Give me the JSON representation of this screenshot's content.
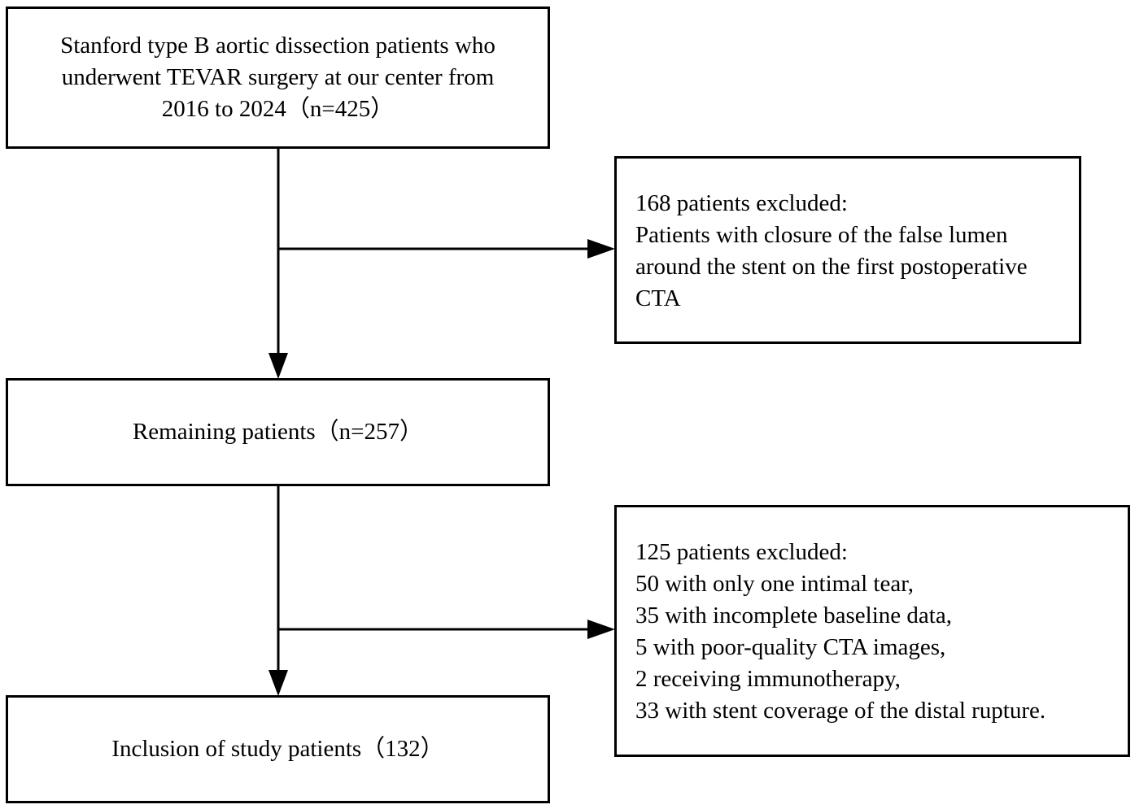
{
  "boxes": {
    "source": {
      "lines": [
        "Stanford type B aortic dissection patients who",
        "underwent TEVAR surgery at our center from",
        "2016 to 2024（n=425）"
      ]
    },
    "exclusion_1": {
      "lines": [
        "168 patients excluded:",
        "Patients with closure of the false lumen",
        "around the stent on the first postoperative",
        "CTA"
      ]
    },
    "remaining": {
      "text": "Remaining patients（n=257）"
    },
    "exclusion_2": {
      "lines": [
        "125 patients excluded:",
        "50 with only one intimal tear,",
        "35 with incomplete baseline data,",
        "5 with poor-quality CTA images,",
        "2 receiving immunotherapy,",
        "33 with stent coverage of the distal rupture."
      ]
    },
    "included": {
      "text": "Inclusion of study patients（132）"
    }
  },
  "colors": {
    "stroke": "#000000",
    "background": "#ffffff"
  }
}
